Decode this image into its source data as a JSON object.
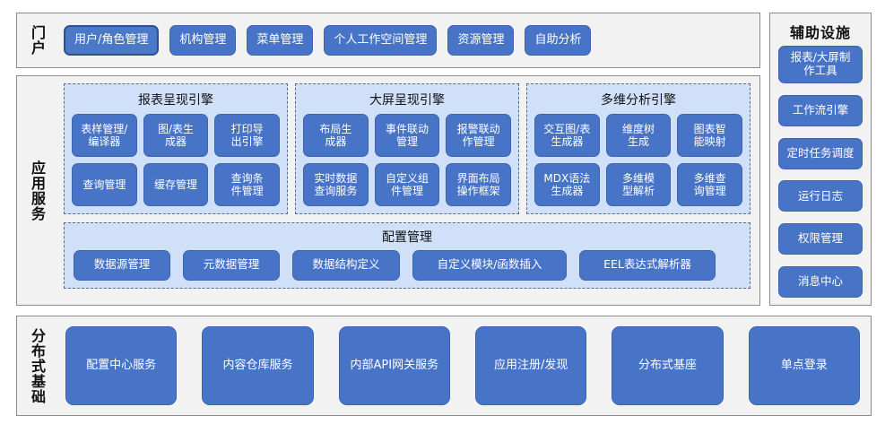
{
  "colors": {
    "button_blue": "#4874c8",
    "button_border": "#3c64ae",
    "panel_gray": "#f2f2f2",
    "panel_border": "#8c8c8c",
    "engine_blue": "#cfe0f8",
    "engine_border": "#5b6c80",
    "text_white": "#ffffff",
    "text_dark": "#111111"
  },
  "portal": {
    "label": "门户",
    "items": [
      {
        "label": "用户/角色管理",
        "selected": true
      },
      {
        "label": "机构管理",
        "selected": false
      },
      {
        "label": "菜单管理",
        "selected": false
      },
      {
        "label": "个人工作空间管理",
        "selected": false
      },
      {
        "label": "资源管理",
        "selected": false
      },
      {
        "label": "自助分析",
        "selected": false
      }
    ]
  },
  "aux": {
    "title": "辅助设施",
    "items": [
      {
        "label": "报表/大屏制\n作工具",
        "two_line": true
      },
      {
        "label": "工作流引擎",
        "two_line": false
      },
      {
        "label": "定时任务调度",
        "two_line": false
      },
      {
        "label": "运行日志",
        "two_line": false
      },
      {
        "label": "权限管理",
        "two_line": false
      },
      {
        "label": "消息中心",
        "two_line": false
      }
    ]
  },
  "app_services": {
    "label": "应用服务",
    "engines": [
      {
        "title": "报表呈现引擎",
        "items": [
          "表样管理/\n编译器",
          "图/表生\n成器",
          "打印导\n出引擎",
          "查询管理",
          "缓存管理",
          "查询条\n件管理"
        ]
      },
      {
        "title": "大屏呈现引擎",
        "items": [
          "布局生\n成器",
          "事件联动\n管理",
          "报警联动\n作管理",
          "实时数据\n查询服务",
          "自定义组\n件管理",
          "界面布局\n操作框架"
        ]
      },
      {
        "title": "多维分析引擎",
        "items": [
          "交互图/表\n生成器",
          "维度树\n生成",
          "图表智\n能映射",
          "MDX语法\n生成器",
          "多维模\n型解析",
          "多维查\n询管理"
        ]
      }
    ],
    "config": {
      "title": "配置管理",
      "items": [
        "数据源管理",
        "元数据管理",
        "数据结构定义",
        "自定义模块/函数插入",
        "EEL表达式解析器"
      ]
    }
  },
  "base": {
    "label": "分布式基础",
    "items": [
      "配置中心服务",
      "内容仓库服务",
      "内部API网关服务",
      "应用注册/发现",
      "分布式基座",
      "单点登录"
    ]
  }
}
